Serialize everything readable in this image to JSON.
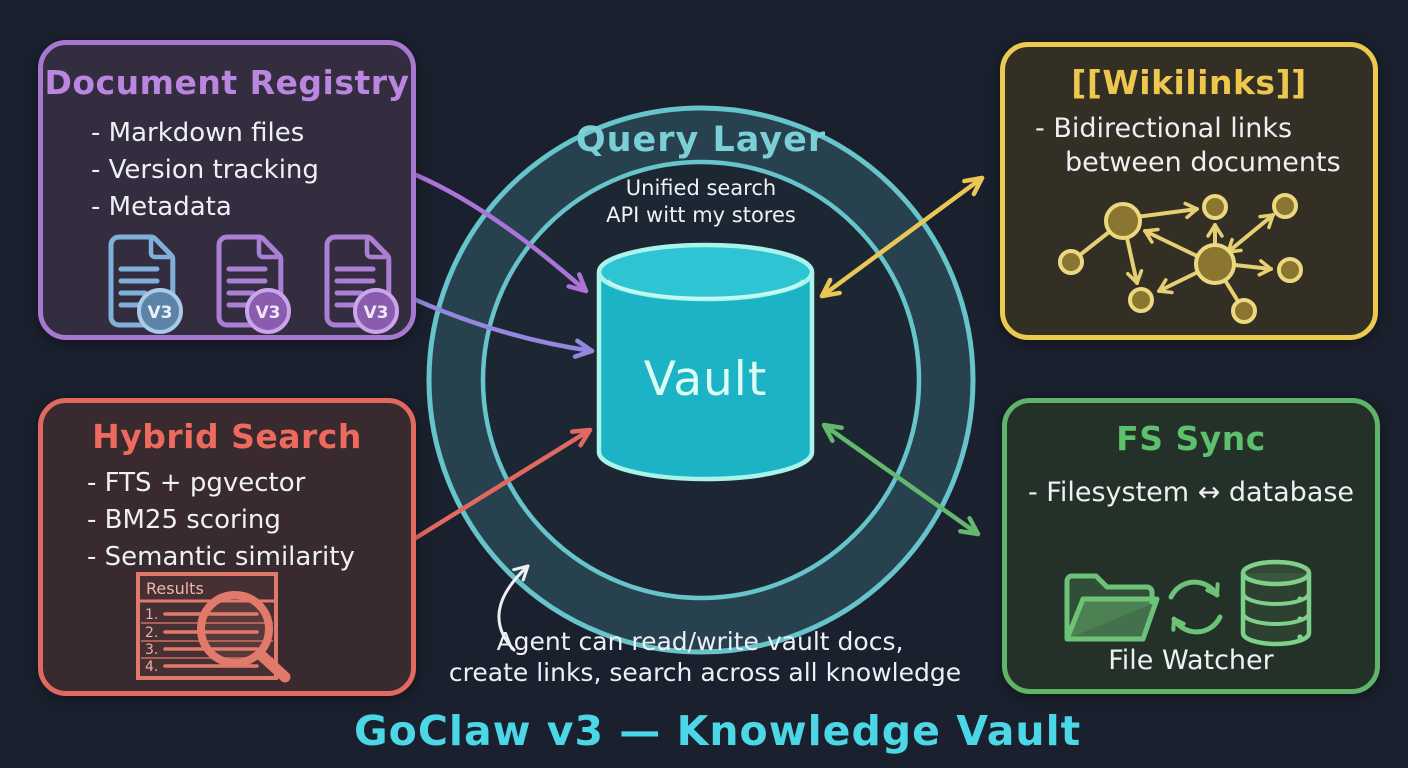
{
  "page_title": "GoClaw v3 — Knowledge Vault",
  "center": {
    "ring_label": "Query Layer",
    "subtitle_line1": "Unified search",
    "subtitle_line2": "API witt my stores",
    "vault_label": "Vault"
  },
  "caption": {
    "line1": "Agent can read/write vault docs,",
    "line2": "create links, search across all knowledge"
  },
  "document_registry": {
    "title": "Document Registry",
    "items": [
      "- Markdown files",
      "- Version tracking",
      "- Metadata"
    ],
    "version_badge": "V3"
  },
  "hybrid_search": {
    "title": "Hybrid Search",
    "items": [
      "- FTS + pgvector",
      "- BM25 scoring",
      "- Semantic similarity"
    ],
    "results": {
      "header": "Results",
      "rows": [
        "1.",
        "2.",
        "3.",
        "4."
      ]
    }
  },
  "wikilinks": {
    "title": "[[Wikilinks]]",
    "line1": "- Bidirectional links",
    "line2": "between documents"
  },
  "fs_sync": {
    "title": "FS Sync",
    "item": "- Filesystem ↔ database",
    "caption": "File Watcher"
  },
  "colors": {
    "background": "#1a202d",
    "purple_accent": "#a678cf",
    "red_accent": "#e2695f",
    "yellow_accent": "#ecc94f",
    "green_accent": "#5fb469",
    "teal_ring": "#68c4cb",
    "cylinder_fill": "#1cb3c6",
    "title_cyan": "#4cd7e7"
  }
}
